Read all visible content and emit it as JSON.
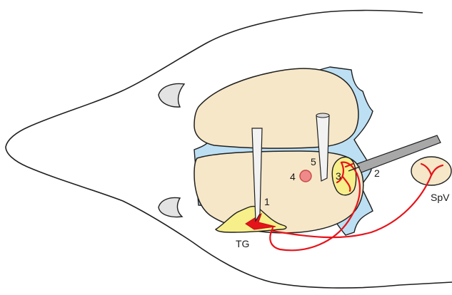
{
  "labels": {
    "site_1": "1",
    "site_2": "2",
    "site_3": "3",
    "site_4": "4",
    "site_5": "5",
    "tg": "TG",
    "spv": "SpV"
  },
  "colors": {
    "outline": "#1f1f1f",
    "brain": "#f6e7c8",
    "ventricle": "#bcdff3",
    "ganglion": "#f7ef8a",
    "nerve": "#e5141b",
    "electrode": "#a8a8a8",
    "pipette": "#f2f2f2",
    "eye": "#e3e3e3",
    "spot": "#ee8a8a"
  },
  "icons": {
    "recording_electrode": "electrode-icon",
    "injection_pipette": "pipette-icon",
    "neuron": "neuron-icon"
  }
}
